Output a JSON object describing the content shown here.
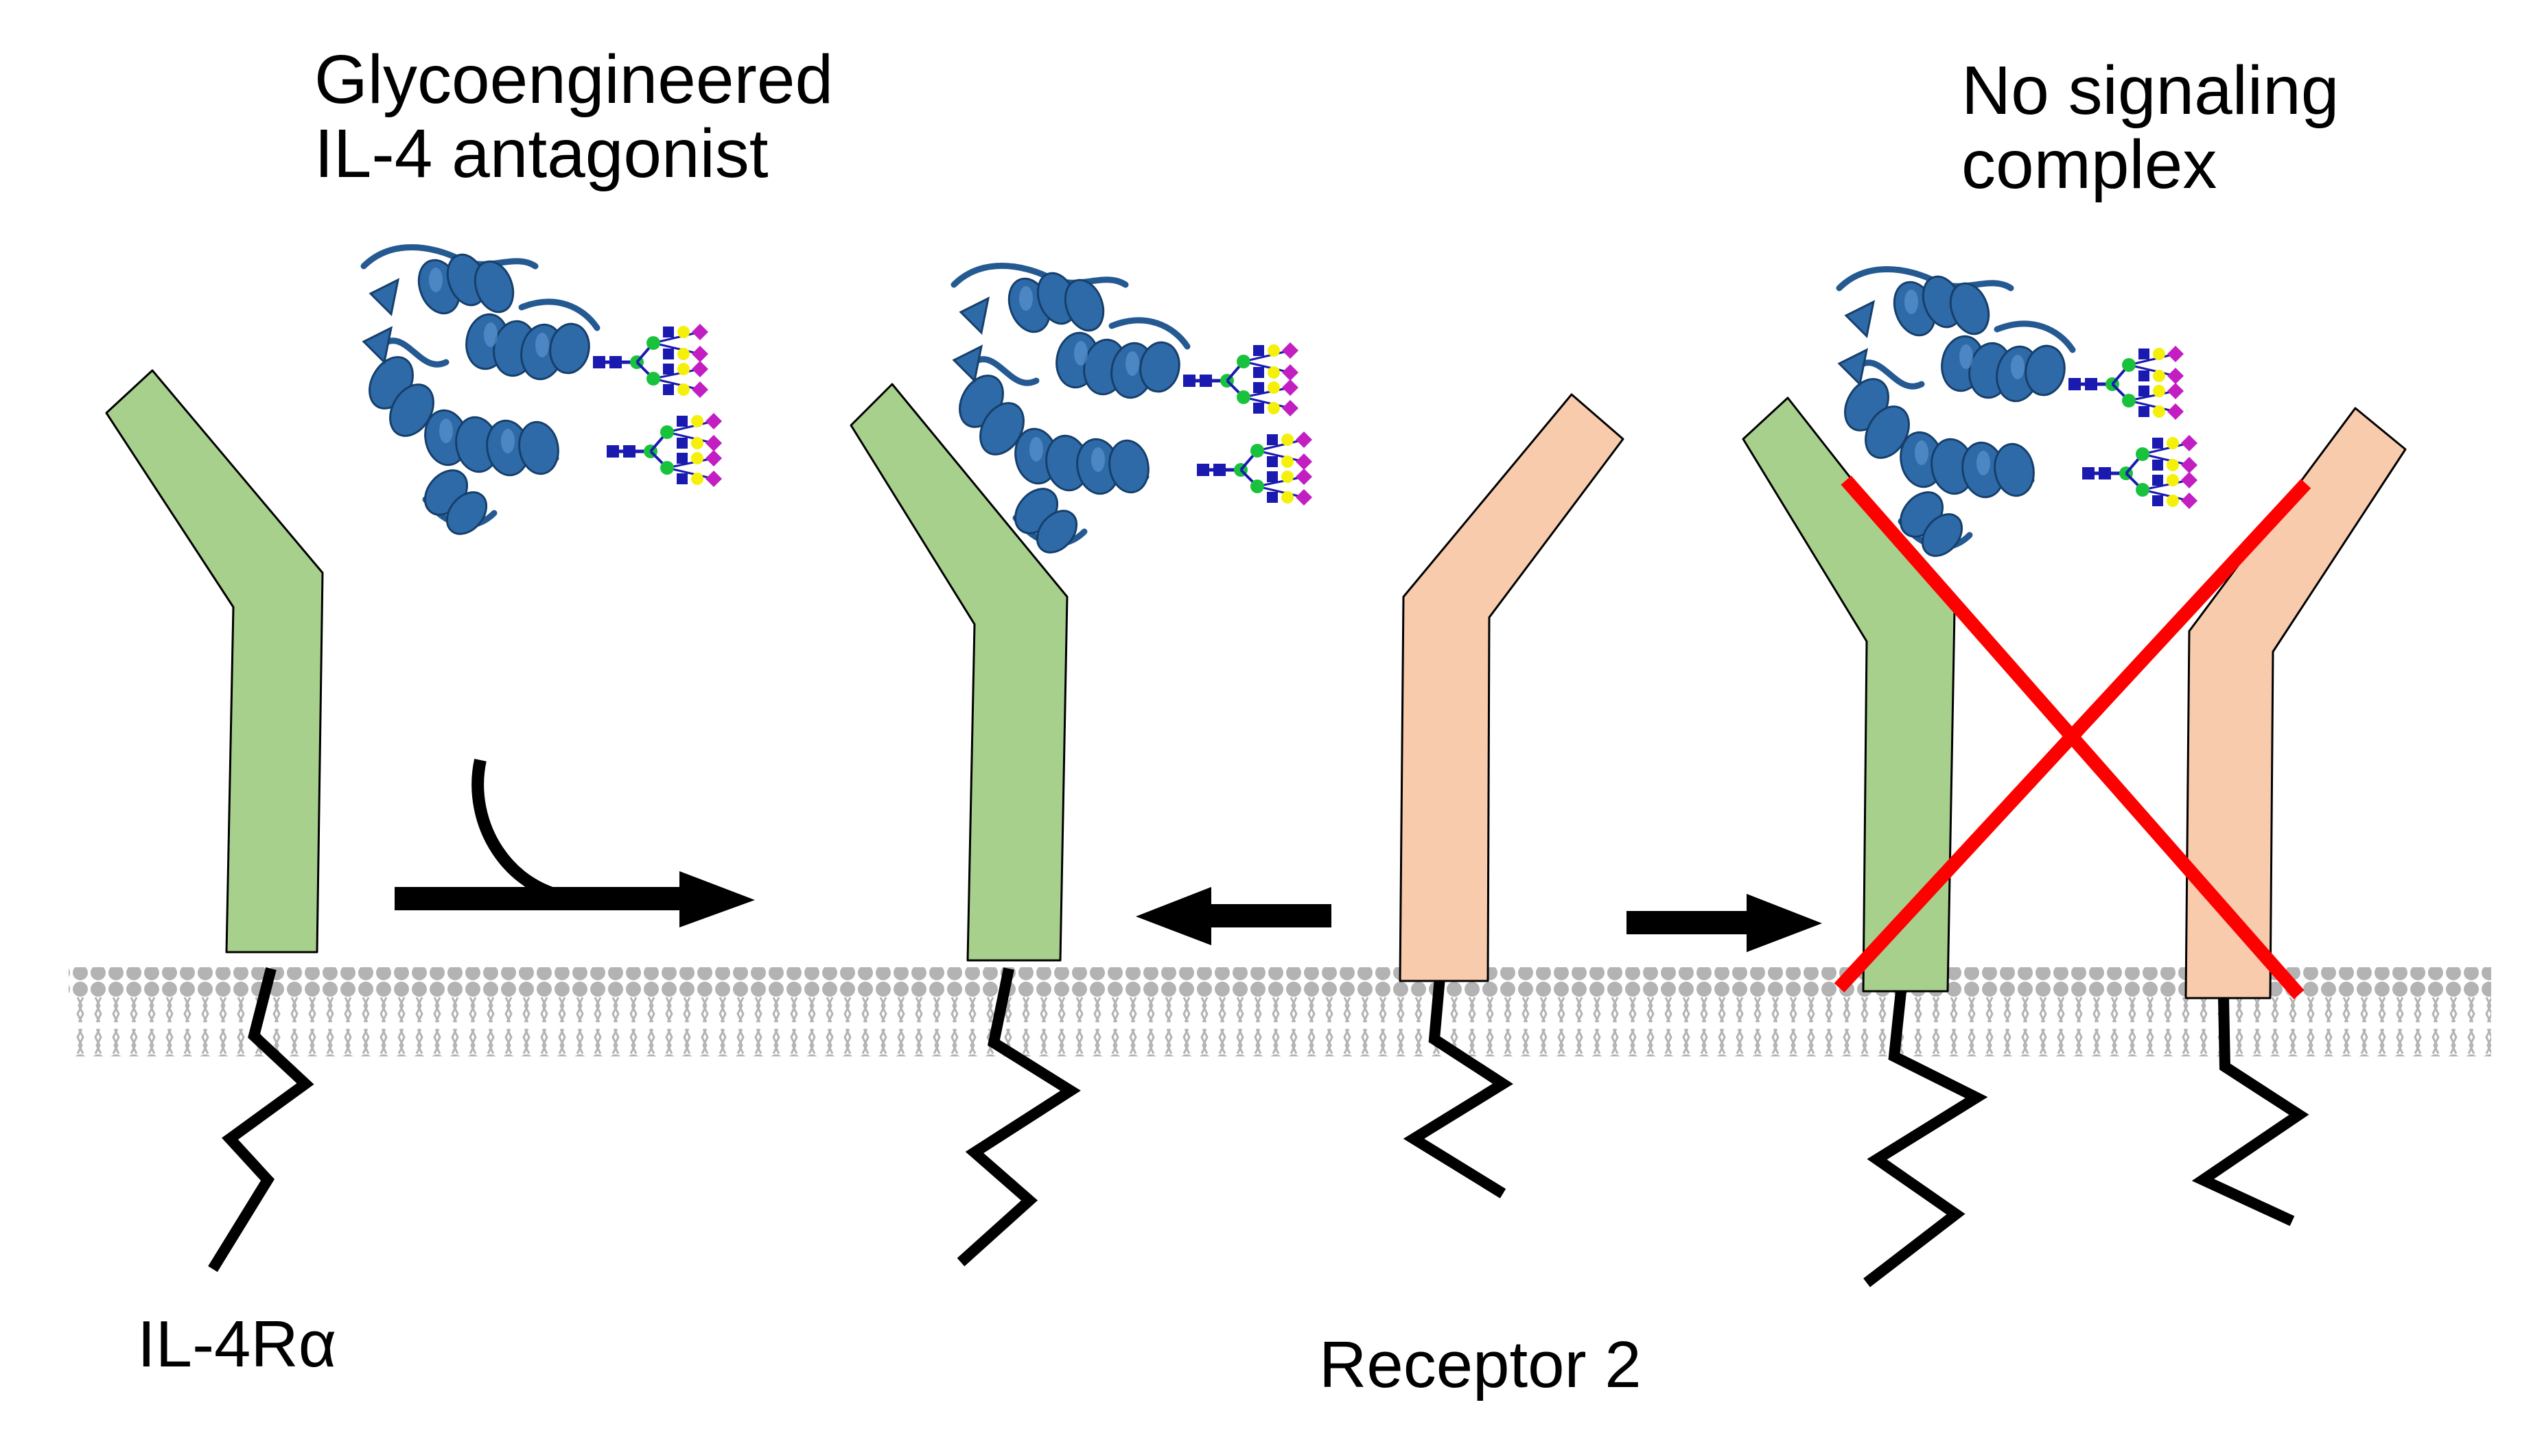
{
  "texts": {
    "antagonist_line1": "Glycoengineered",
    "antagonist_line2": "IL-4 antagonist",
    "no_signal_line1": "No signaling",
    "no_signal_line2": "complex",
    "il4ra": "IL-4Rα",
    "receptor2": "Receptor 2"
  },
  "colors": {
    "il4ra_fill": "#a8d08d",
    "receptor2_fill": "#f8cbad",
    "membrane": "#b3b3b3",
    "protein": "#2e6aa8",
    "glycan_blue": "#1a1ab0",
    "glycan_green": "#19c23c",
    "glycan_yellow": "#f5f00a",
    "glycan_magenta": "#c21ec2",
    "cross": "#ff0000",
    "arrow": "#000000"
  },
  "icons": [
    "il4-protein-icon",
    "glycan-icon",
    "cross-mark-icon",
    "arrow-icon",
    "lipid-bilayer"
  ]
}
